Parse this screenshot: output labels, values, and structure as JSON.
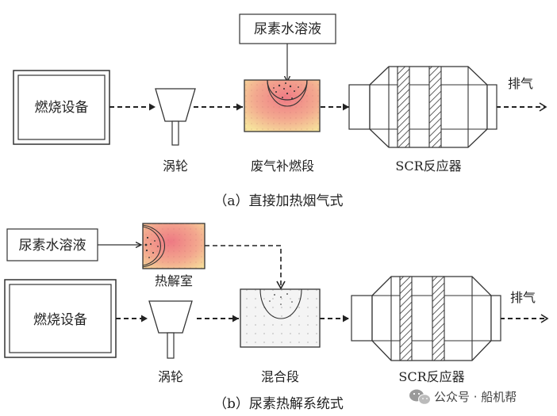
{
  "diagram_a": {
    "urea_box": "尿素水溶液",
    "combustion_box": "燃烧设备",
    "turbine_label": "涡轮",
    "afterburn_label": "废气补燃段",
    "scr_label": "SCR反应器",
    "exhaust_label": "排气",
    "caption": "（a）直接加热烟气式"
  },
  "diagram_b": {
    "urea_box": "尿素水溶液",
    "pyrolysis_label": "热解室",
    "combustion_box": "燃烧设备",
    "turbine_label": "涡轮",
    "mixing_label": "混合段",
    "scr_label": "SCR反应器",
    "exhaust_label": "排气",
    "caption": "（b）尿素热解系统式"
  },
  "watermark": {
    "text": "公众号 · 船机帮",
    "icon": "wechat-icon"
  },
  "colors": {
    "heat_center": "#f07f86",
    "heat_edge": "#f6e49a",
    "mixing_fill": "#f4f4f4",
    "line": "#222222"
  }
}
